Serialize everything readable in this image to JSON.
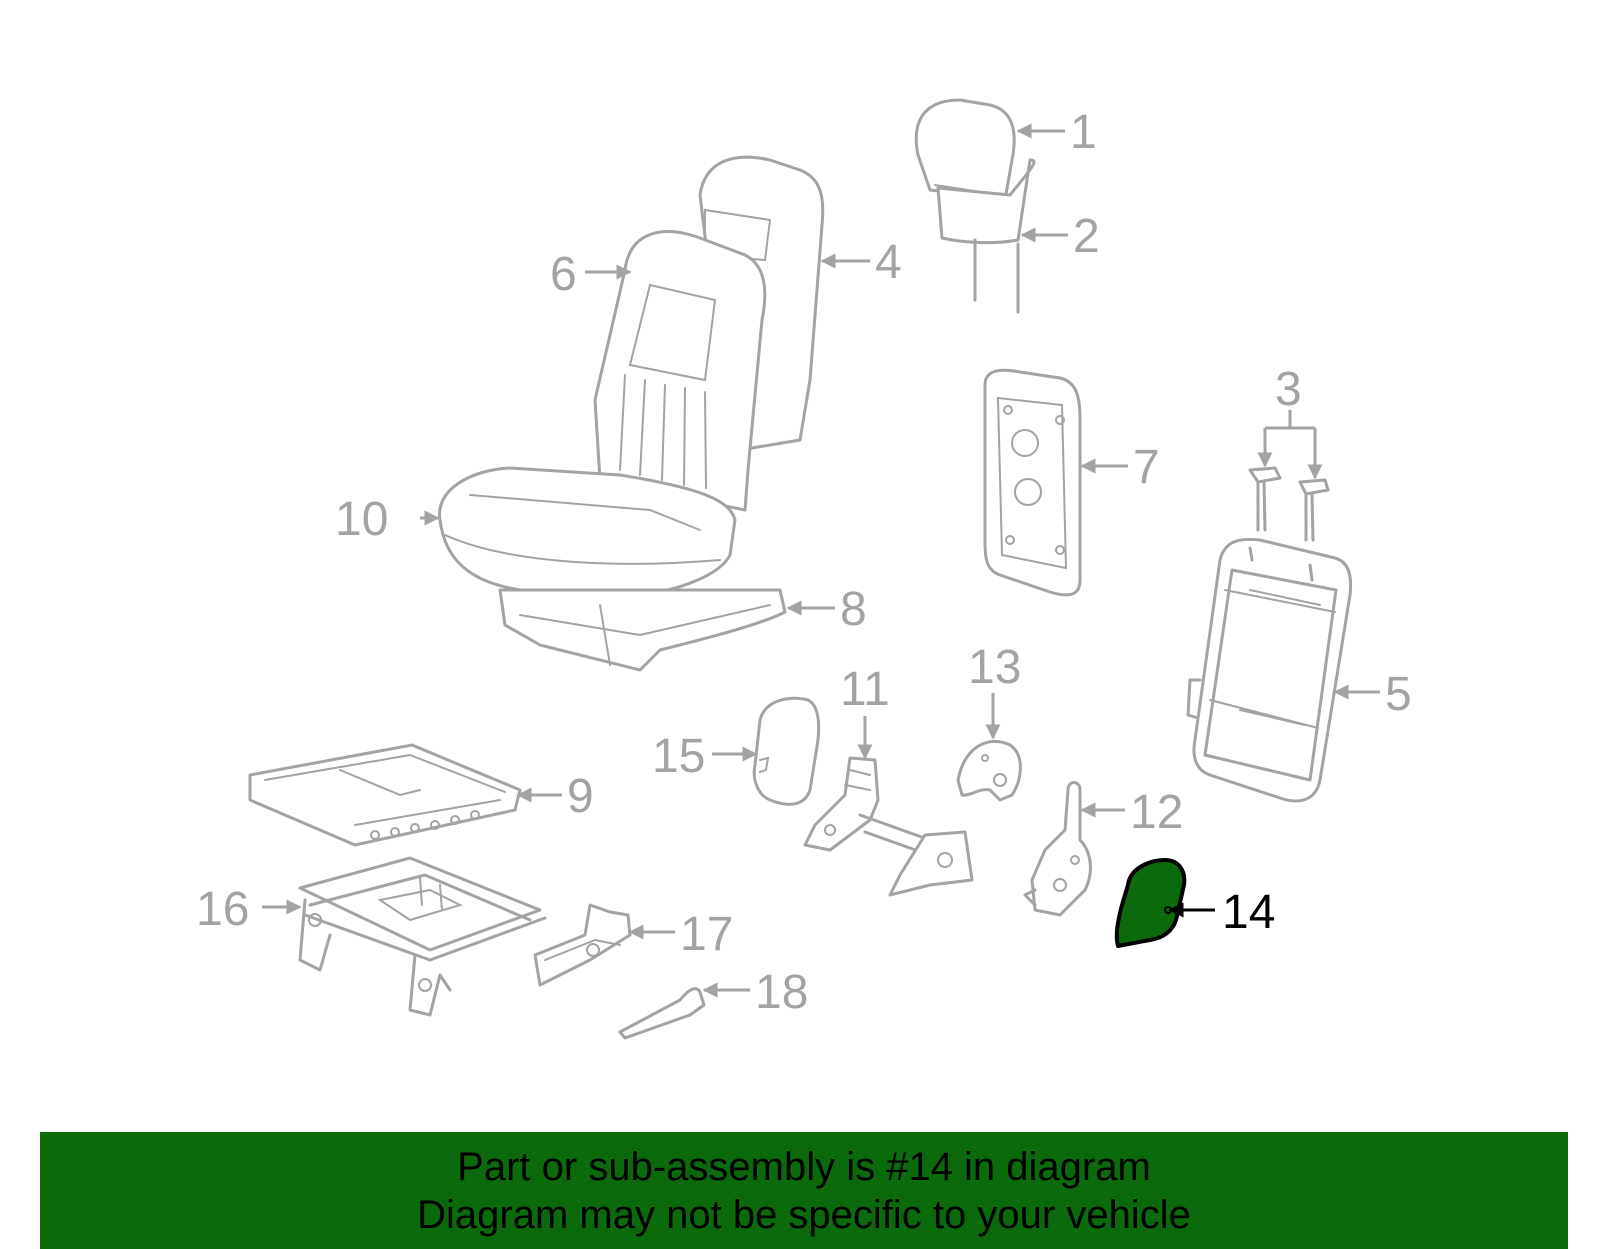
{
  "callouts": [
    "1",
    "2",
    "3",
    "4",
    "5",
    "6",
    "7",
    "8",
    "9",
    "10",
    "11",
    "12",
    "13",
    "14",
    "15",
    "16",
    "17",
    "18"
  ],
  "highlighted_callout": "14",
  "colors": {
    "line_art": "#a3a3a3",
    "highlight_fill": "#0b6a0b",
    "highlight_outline": "#000000",
    "banner_bg": "#0b6a0b",
    "banner_text": "#000000"
  },
  "banner": {
    "line1": "Part or sub-assembly is #14 in diagram",
    "line2": "Diagram may not be specific to your vehicle"
  }
}
